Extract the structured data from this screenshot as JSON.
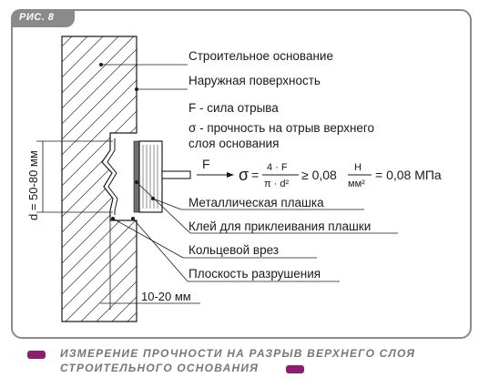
{
  "badge": "РИС. 8",
  "labels": {
    "base": "Строительное основание",
    "outer_surface": "Наружная поверхность",
    "force_def": "F - сила отрыва",
    "sigma_def_1": "σ - прочность на отрыв верхнего",
    "sigma_def_2": "слоя основания",
    "plate": "Металлическая плашка",
    "glue": "Клей для приклеивания плашки",
    "ring_cut": "Кольцевой врез",
    "failure_plane": "Плоскость разрушения",
    "depth": "10-20 мм",
    "diameter": "d = 50-80 мм",
    "force_arrow": "F"
  },
  "formula": {
    "sigma": "σ",
    "eq1": "=",
    "num": "4 · F",
    "den": "π · d²",
    "cmp": "≥ 0,08",
    "unit_num": "Н",
    "unit_den": "мм²",
    "result": "= 0,08 МПа"
  },
  "caption": {
    "line1": "ИЗМЕРЕНИЕ ПРОЧНОСТИ НА РАЗРЫВ ВЕРХНЕГО СЛОЯ",
    "line2": "СТРОИТЕЛЬНОГО ОСНОВАНИЯ"
  },
  "colors": {
    "accent": "#8b1e6f",
    "frame": "#8a8a8a",
    "caption": "#777777"
  }
}
